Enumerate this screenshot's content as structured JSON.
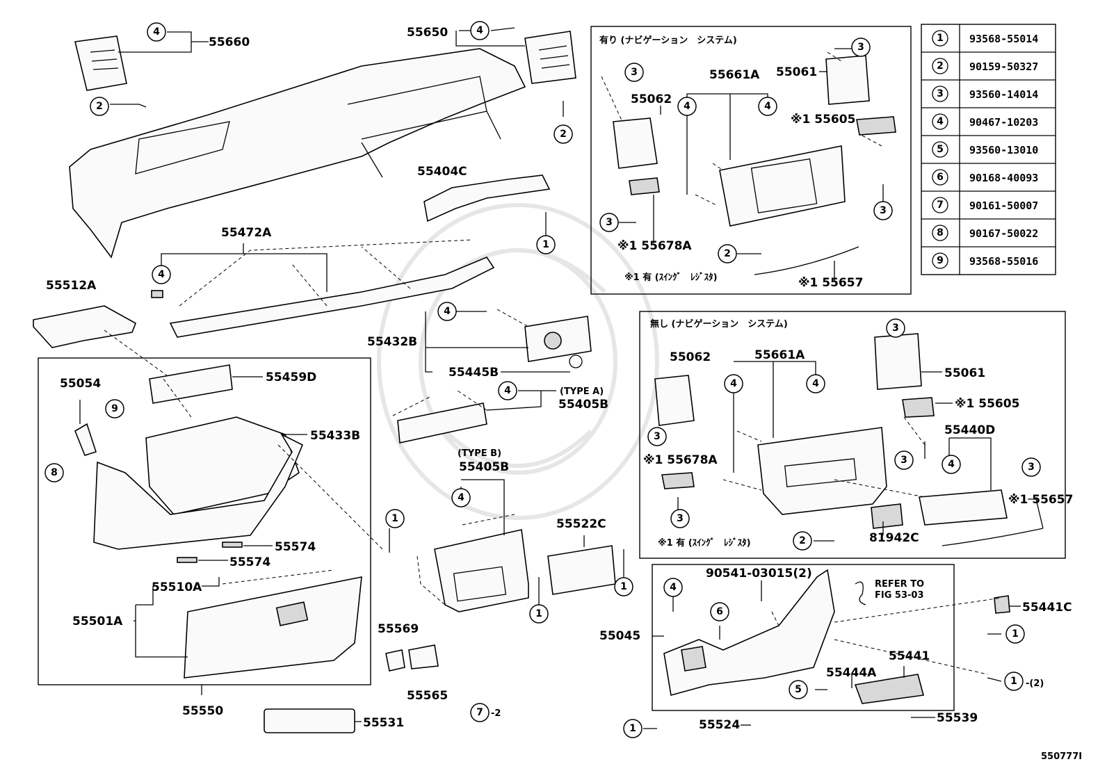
{
  "diagram_id": "550777I",
  "parts": {
    "p55660": "55660",
    "p55650": "55650",
    "p55404C": "55404C",
    "p55472A": "55472A",
    "p55512A": "55512A",
    "p55432B": "55432B",
    "p55445B": "55445B",
    "p55405B_a": "55405B",
    "p55405B_b": "55405B",
    "p55459D": "55459D",
    "p55054": "55054",
    "p55433B": "55433B",
    "p55574_a": "55574",
    "p55574_b": "55574",
    "p55510A": "55510A",
    "p55501A": "55501A",
    "p55550": "55550",
    "p55569": "55569",
    "p55565": "55565",
    "p55531": "55531",
    "p55522C": "55522C",
    "p55661A_top": "55661A",
    "p55061_top": "55061",
    "p55062_top": "55062",
    "p55605_top": "※1 55605",
    "p55678A_top": "※1 55678A",
    "p55657_top": "※1 55657",
    "p55062_mid": "55062",
    "p55661A_mid": "55661A",
    "p55061_mid": "55061",
    "p55605_mid": "※1 55605",
    "p55440D": "55440D",
    "p55678A_mid": "※1 55678A",
    "p55657_mid": "※1 55657",
    "p81942C": "81942C",
    "p90541": "90541-03015(2)",
    "p55045": "55045",
    "p55441C": "55441C",
    "p55441": "55441",
    "p55444A": "55444A",
    "p55524": "55524",
    "p55539": "55539",
    "type_a": "(TYPE A)",
    "type_b": "(TYPE B)",
    "refer_1": "REFER TO",
    "refer_2": "FIG 53-03",
    "qty_2": "-(2)",
    "qty_7": "-2"
  },
  "boxes": {
    "nav_with": "有り (ナビゲーション　システム)",
    "nav_without": "無し (ナビゲーション　システム)",
    "note_top": "※1 有 (ｽｲﾝｸﾞ　ﾚｼﾞｽﾀ)",
    "note_mid": "※1 有 (ｽｲﾝｸﾞ　ﾚｼﾞｽﾀ)"
  },
  "callout_numbers": [
    "1",
    "2",
    "3",
    "4",
    "5",
    "6",
    "7",
    "8",
    "9"
  ],
  "fastener_table": [
    {
      "ref": "1",
      "part": "93568-55014"
    },
    {
      "ref": "2",
      "part": "90159-50327"
    },
    {
      "ref": "3",
      "part": "93560-14014"
    },
    {
      "ref": "4",
      "part": "90467-10203"
    },
    {
      "ref": "5",
      "part": "93560-13010"
    },
    {
      "ref": "6",
      "part": "90168-40093"
    },
    {
      "ref": "7",
      "part": "90161-50007"
    },
    {
      "ref": "8",
      "part": "90167-50022"
    },
    {
      "ref": "9",
      "part": "93568-55016"
    }
  ]
}
